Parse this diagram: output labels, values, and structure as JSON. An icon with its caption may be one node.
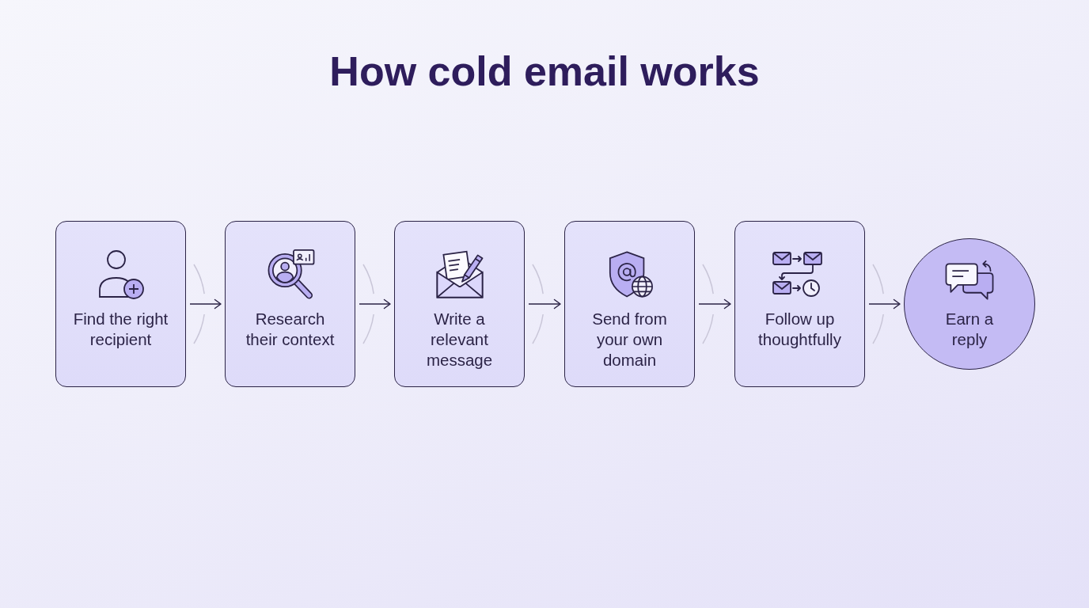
{
  "diagram": {
    "title": "How cold email works",
    "nodes": [
      {
        "text": [
          "Find the right recipient"
        ]
      },
      {
        "text": [
          "Research their context"
        ]
      },
      {
        "text": [
          "Write a relevant message"
        ]
      },
      {
        "text": [
          "Send from your own domain"
        ]
      },
      {
        "text": [
          "Follow up thoughtfully"
        ]
      },
      {
        "text": [
          "Earn a reply"
        ]
      }
    ],
    "edges": [
      {
        "from": 0,
        "to": 1,
        "arrow": "to"
      },
      {
        "from": 1,
        "to": 2,
        "arrow": "to"
      },
      {
        "from": 2,
        "to": 3,
        "arrow": "to"
      },
      {
        "from": 3,
        "to": 4,
        "arrow": "to"
      },
      {
        "from": 4,
        "to": 5,
        "arrow": "to"
      }
    ]
  }
}
